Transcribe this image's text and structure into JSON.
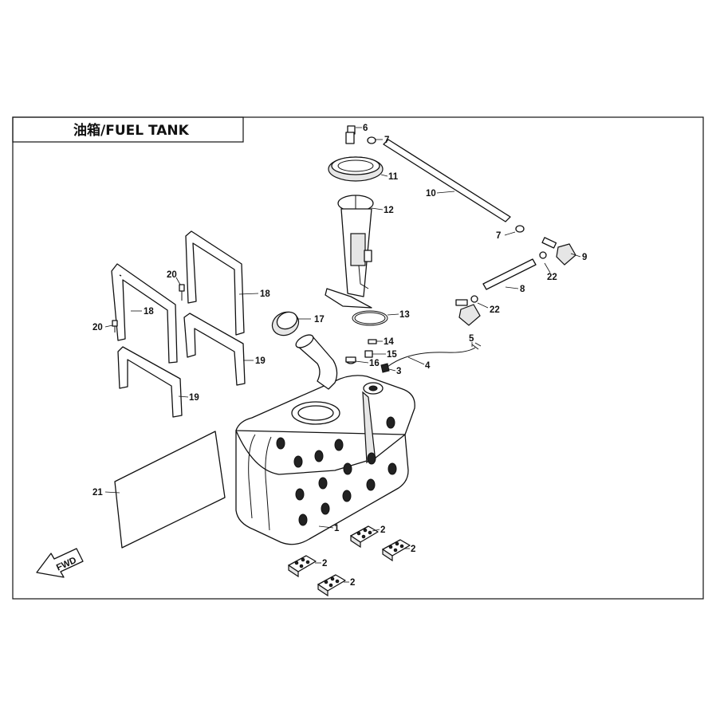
{
  "title": "油箱/FUEL TANK",
  "fwd_label": "FWD",
  "callouts": [
    {
      "n": "1"
    },
    {
      "n": "2"
    },
    {
      "n": "2"
    },
    {
      "n": "2"
    },
    {
      "n": "2"
    },
    {
      "n": "3"
    },
    {
      "n": "4"
    },
    {
      "n": "5"
    },
    {
      "n": "6"
    },
    {
      "n": "7"
    },
    {
      "n": "7"
    },
    {
      "n": "8"
    },
    {
      "n": "9"
    },
    {
      "n": "10"
    },
    {
      "n": "11"
    },
    {
      "n": "12"
    },
    {
      "n": "13"
    },
    {
      "n": "14"
    },
    {
      "n": "15"
    },
    {
      "n": "16"
    },
    {
      "n": "17"
    },
    {
      "n": "18"
    },
    {
      "n": "18"
    },
    {
      "n": "19"
    },
    {
      "n": "19"
    },
    {
      "n": "20"
    },
    {
      "n": "20"
    },
    {
      "n": "21"
    },
    {
      "n": "22"
    },
    {
      "n": "22"
    }
  ]
}
